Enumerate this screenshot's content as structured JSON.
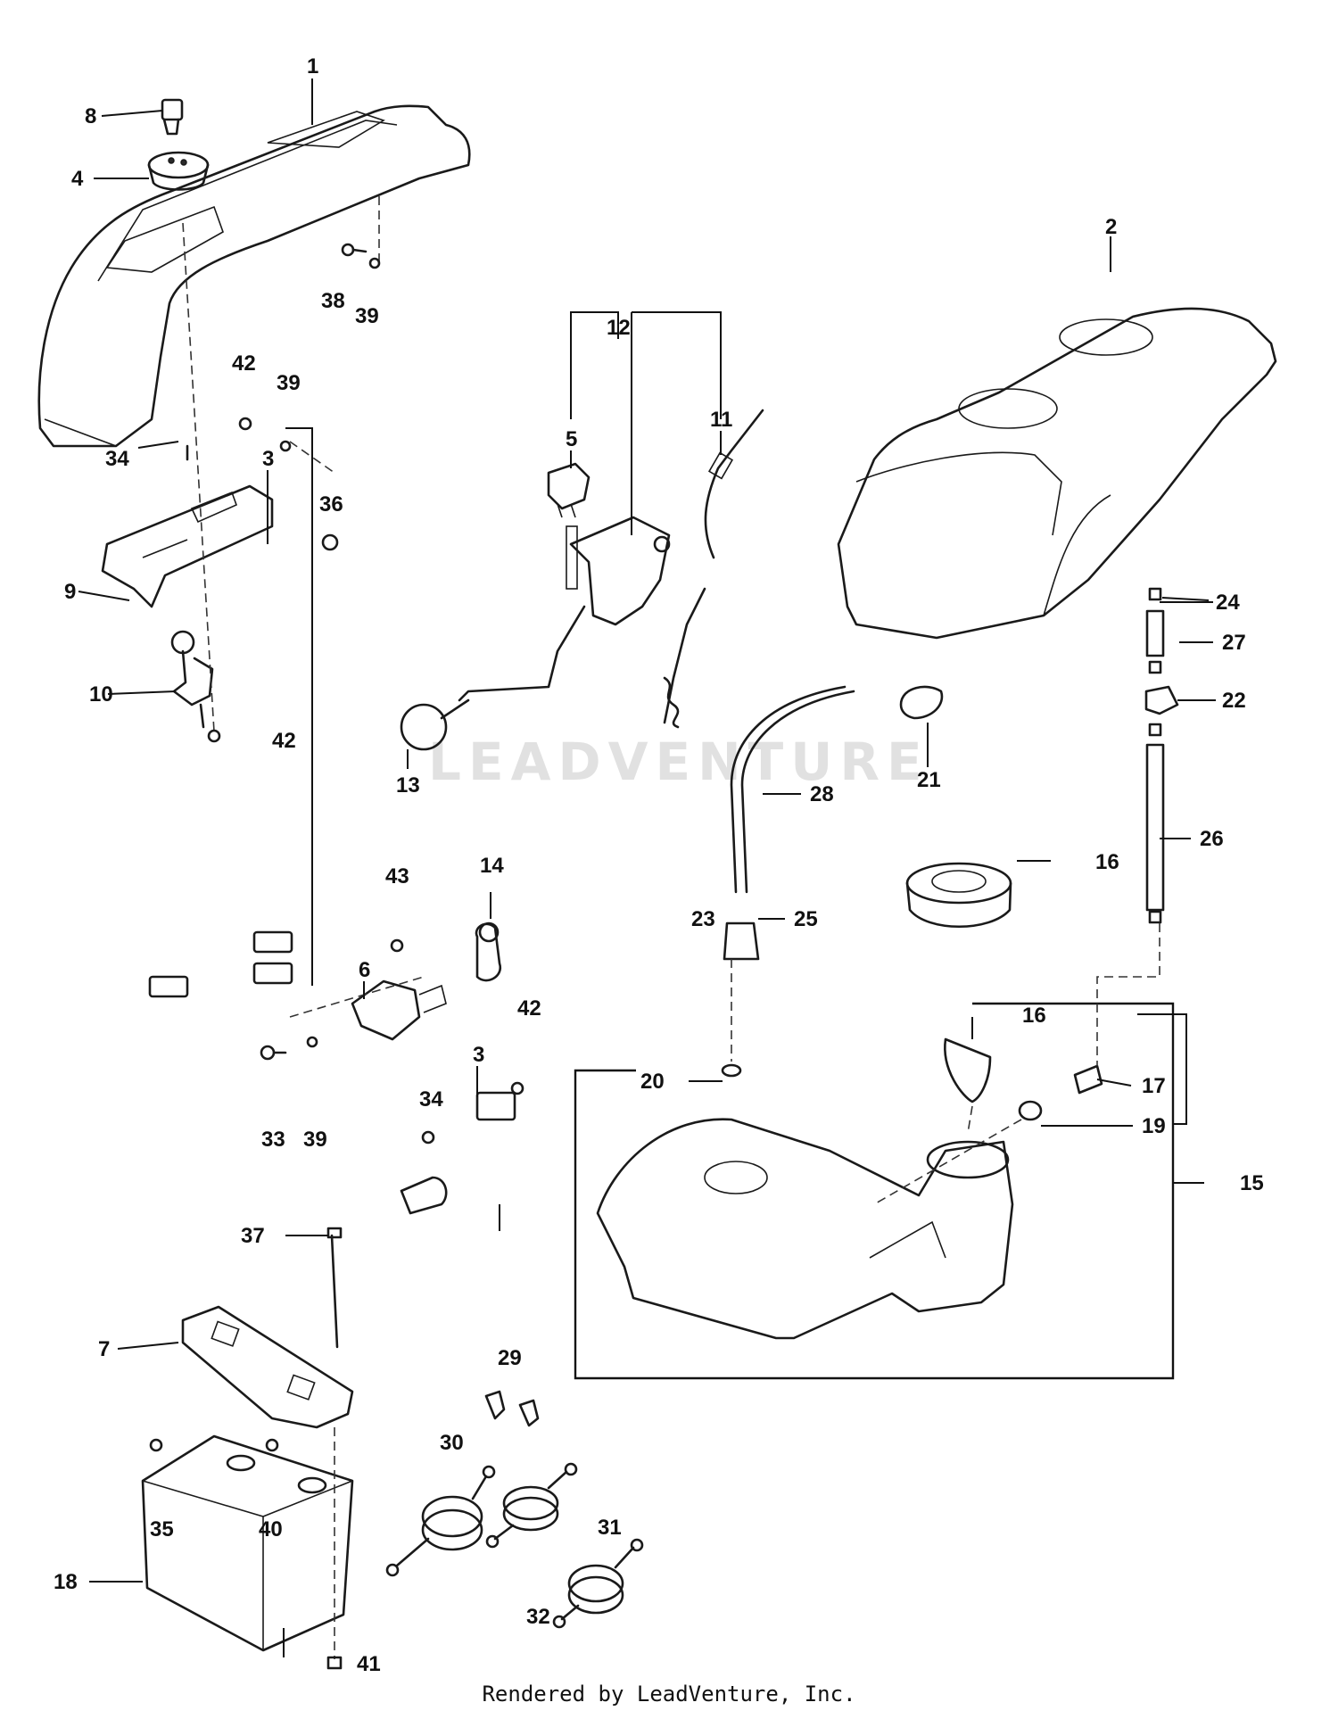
{
  "watermark": "LEADVENTURE",
  "credit": "Rendered by LeadVenture, Inc.",
  "callouts": [
    "1",
    "2",
    "3",
    "3",
    "4",
    "5",
    "6",
    "7",
    "8",
    "9",
    "10",
    "11",
    "12",
    "13",
    "14",
    "15",
    "16",
    "16",
    "17",
    "18",
    "19",
    "20",
    "21",
    "22",
    "23",
    "24",
    "25",
    "26",
    "27",
    "28",
    "29",
    "30",
    "31",
    "32",
    "33",
    "34",
    "34",
    "35",
    "36",
    "37",
    "38",
    "39",
    "39",
    "39",
    "40",
    "41",
    "42",
    "42",
    "42",
    "43"
  ]
}
